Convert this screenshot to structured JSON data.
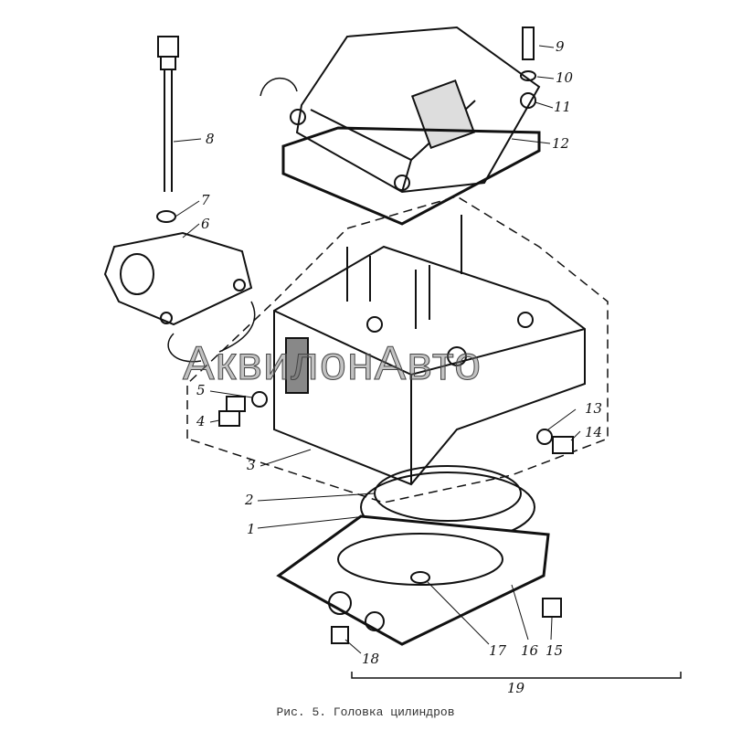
{
  "caption": "Рис. 5. Головка цилиндров",
  "watermark": "АквилонАвто",
  "labels": [
    "1",
    "2",
    "3",
    "4",
    "5",
    "6",
    "7",
    "8",
    "9",
    "10",
    "11",
    "12",
    "13",
    "14",
    "15",
    "16",
    "17",
    "18",
    "19"
  ]
}
